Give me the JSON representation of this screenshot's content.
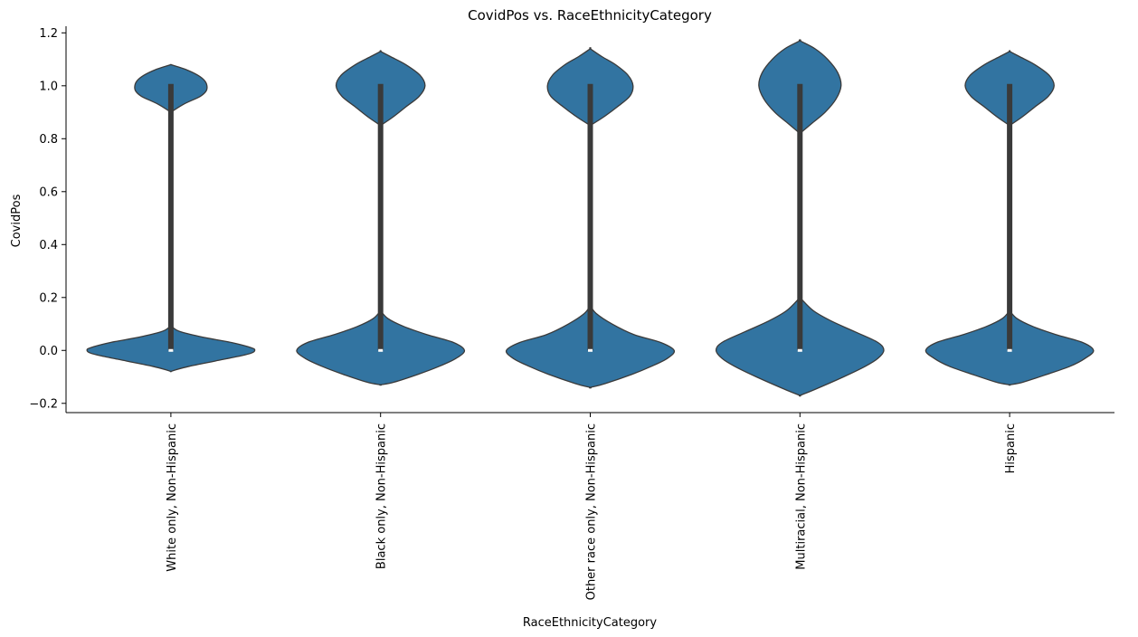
{
  "chart_data": {
    "type": "violin",
    "title": "CovidPos vs. RaceEthnicityCategory",
    "xlabel": "RaceEthnicityCategory",
    "ylabel": "CovidPos",
    "ylim": [
      -0.235,
      1.225
    ],
    "yticks": [
      -0.2,
      0.0,
      0.2,
      0.4,
      0.6,
      0.8,
      1.0,
      1.2
    ],
    "ytick_labels": [
      "−0.2",
      "0.0",
      "0.2",
      "0.4",
      "0.6",
      "0.8",
      "1.0",
      "1.2"
    ],
    "violin_color": "#3274a1",
    "edge_color": "#3a3a3a",
    "box_color": "#3a3a3a",
    "grid": false,
    "categories": [
      "White only, Non-Hispanic",
      "Black only, Non-Hispanic",
      "Other race only, Non-Hispanic",
      "Multiracial, Non-Hispanic",
      "Hispanic"
    ],
    "violins": [
      {
        "category": "White only, Non-Hispanic",
        "whisker": [
          0.0,
          1.0
        ],
        "iqr": [
          0.0,
          1.0
        ],
        "median": 0.0,
        "density_profile": [
          [
            -0.08,
            0.0
          ],
          [
            -0.075,
            0.04
          ],
          [
            -0.06,
            0.22
          ],
          [
            -0.04,
            0.53
          ],
          [
            -0.02,
            0.84
          ],
          [
            -0.01,
            0.96
          ],
          [
            0.0,
            1.0
          ],
          [
            0.01,
            0.96
          ],
          [
            0.03,
            0.72
          ],
          [
            0.05,
            0.38
          ],
          [
            0.07,
            0.12
          ],
          [
            0.085,
            0.03
          ],
          [
            0.1,
            0.0
          ],
          [
            0.9,
            0.0
          ],
          [
            0.93,
            0.15
          ],
          [
            0.96,
            0.35
          ],
          [
            0.98,
            0.42
          ],
          [
            1.0,
            0.43
          ],
          [
            1.02,
            0.4
          ],
          [
            1.04,
            0.32
          ],
          [
            1.06,
            0.19
          ],
          [
            1.075,
            0.05
          ],
          [
            1.08,
            0.0
          ]
        ]
      },
      {
        "category": "Black only, Non-Hispanic",
        "whisker": [
          0.0,
          1.0
        ],
        "iqr": [
          0.0,
          1.0
        ],
        "median": 0.0,
        "density_profile": [
          [
            -0.13,
            0.0
          ],
          [
            -0.12,
            0.16
          ],
          [
            -0.09,
            0.45
          ],
          [
            -0.06,
            0.7
          ],
          [
            -0.03,
            0.9
          ],
          [
            0.0,
            1.0
          ],
          [
            0.03,
            0.87
          ],
          [
            0.06,
            0.55
          ],
          [
            0.09,
            0.28
          ],
          [
            0.12,
            0.09
          ],
          [
            0.15,
            0.0
          ],
          [
            0.85,
            0.0
          ],
          [
            0.88,
            0.14
          ],
          [
            0.92,
            0.3
          ],
          [
            0.96,
            0.46
          ],
          [
            1.0,
            0.53
          ],
          [
            1.04,
            0.47
          ],
          [
            1.08,
            0.3
          ],
          [
            1.11,
            0.12
          ],
          [
            1.13,
            0.0
          ]
        ]
      },
      {
        "category": "Other race only, Non-Hispanic",
        "whisker": [
          0.0,
          1.0
        ],
        "iqr": [
          0.0,
          1.0
        ],
        "median": 0.0,
        "density_profile": [
          [
            -0.14,
            0.0
          ],
          [
            -0.125,
            0.18
          ],
          [
            -0.09,
            0.5
          ],
          [
            -0.06,
            0.73
          ],
          [
            -0.03,
            0.92
          ],
          [
            0.0,
            1.0
          ],
          [
            0.03,
            0.84
          ],
          [
            0.06,
            0.52
          ],
          [
            0.1,
            0.26
          ],
          [
            0.14,
            0.07
          ],
          [
            0.17,
            0.0
          ],
          [
            0.85,
            0.0
          ],
          [
            0.88,
            0.15
          ],
          [
            0.92,
            0.32
          ],
          [
            0.96,
            0.47
          ],
          [
            1.0,
            0.51
          ],
          [
            1.04,
            0.45
          ],
          [
            1.08,
            0.3
          ],
          [
            1.11,
            0.14
          ],
          [
            1.14,
            0.0
          ]
        ]
      },
      {
        "category": "Multiracial, Non-Hispanic",
        "whisker": [
          0.0,
          1.0
        ],
        "iqr": [
          0.0,
          1.0
        ],
        "median": 0.0,
        "density_profile": [
          [
            -0.17,
            0.0
          ],
          [
            -0.15,
            0.16
          ],
          [
            -0.1,
            0.52
          ],
          [
            -0.06,
            0.78
          ],
          [
            -0.03,
            0.93
          ],
          [
            0.0,
            1.0
          ],
          [
            0.03,
            0.93
          ],
          [
            0.07,
            0.66
          ],
          [
            0.11,
            0.38
          ],
          [
            0.15,
            0.16
          ],
          [
            0.2,
            0.0
          ],
          [
            0.82,
            0.0
          ],
          [
            0.86,
            0.15
          ],
          [
            0.9,
            0.3
          ],
          [
            0.95,
            0.43
          ],
          [
            1.0,
            0.49
          ],
          [
            1.05,
            0.45
          ],
          [
            1.1,
            0.33
          ],
          [
            1.14,
            0.18
          ],
          [
            1.17,
            0.0
          ]
        ]
      },
      {
        "category": "Hispanic",
        "whisker": [
          0.0,
          1.0
        ],
        "iqr": [
          0.0,
          1.0
        ],
        "median": 0.0,
        "density_profile": [
          [
            -0.13,
            0.0
          ],
          [
            -0.12,
            0.16
          ],
          [
            -0.09,
            0.45
          ],
          [
            -0.06,
            0.72
          ],
          [
            -0.03,
            0.9
          ],
          [
            0.0,
            1.0
          ],
          [
            0.03,
            0.87
          ],
          [
            0.06,
            0.55
          ],
          [
            0.09,
            0.28
          ],
          [
            0.12,
            0.09
          ],
          [
            0.15,
            0.0
          ],
          [
            0.85,
            0.0
          ],
          [
            0.88,
            0.14
          ],
          [
            0.92,
            0.3
          ],
          [
            0.96,
            0.46
          ],
          [
            1.0,
            0.53
          ],
          [
            1.04,
            0.47
          ],
          [
            1.08,
            0.3
          ],
          [
            1.11,
            0.12
          ],
          [
            1.13,
            0.0
          ]
        ]
      }
    ]
  }
}
